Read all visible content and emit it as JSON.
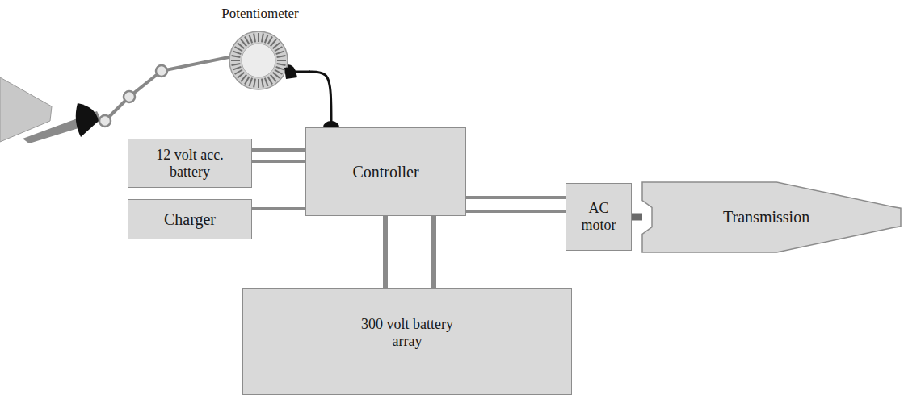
{
  "diagram": {
    "nodes": [
      {
        "text": [
          "Potentiometer"
        ]
      },
      {
        "text": [
          "12 volt acc. battery"
        ]
      },
      {
        "text": [
          "Controller"
        ]
      },
      {
        "text": [
          "Charger"
        ]
      },
      {
        "text": [
          "AC motor"
        ]
      },
      {
        "text": [
          "Transmission"
        ]
      },
      {
        "text": [
          "300 volt battery array"
        ]
      }
    ],
    "edges": [
      {
        "from": 0,
        "to": 2,
        "arrow": "none"
      },
      {
        "from": 1,
        "to": 2,
        "arrow": "none"
      },
      {
        "from": 3,
        "to": 2,
        "arrow": "none"
      },
      {
        "from": 2,
        "to": 4,
        "arrow": "none"
      },
      {
        "from": 4,
        "to": 5,
        "arrow": "none"
      },
      {
        "from": 2,
        "to": 6,
        "arrow": "none"
      }
    ]
  }
}
